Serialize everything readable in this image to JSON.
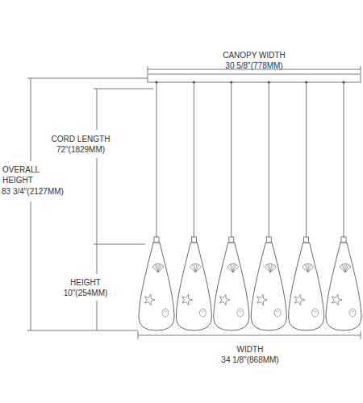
{
  "diagram": {
    "labels": [
      "CANOPY WIDTH",
      "30 5/8\"(778MM)",
      "CORD LENGTH",
      "72\"(1829MM)",
      "OVERALL HEIGHT",
      "83 3/4\"(2127MM)",
      "HEIGHT",
      "10\"(254MM)",
      "WIDTH",
      "34 1/8\"(868MM)"
    ]
  }
}
